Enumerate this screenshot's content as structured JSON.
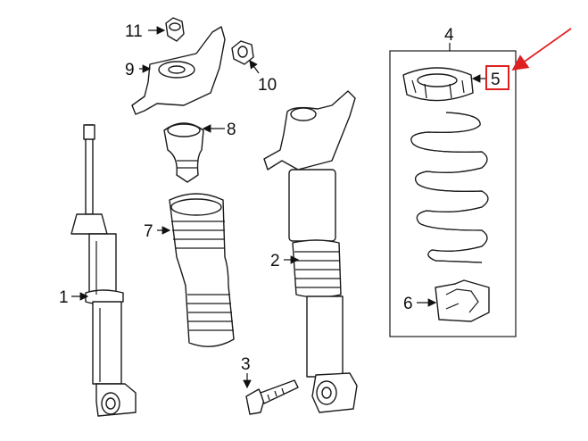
{
  "callouts": {
    "c1": "1",
    "c2": "2",
    "c3": "3",
    "c4": "4",
    "c5": "5",
    "c6": "6",
    "c7": "7",
    "c8": "8",
    "c9": "9",
    "c10": "10",
    "c11": "11"
  },
  "highlight": {
    "callout": "5",
    "box_color": "#e02020",
    "arrow_color": "#e02020"
  }
}
